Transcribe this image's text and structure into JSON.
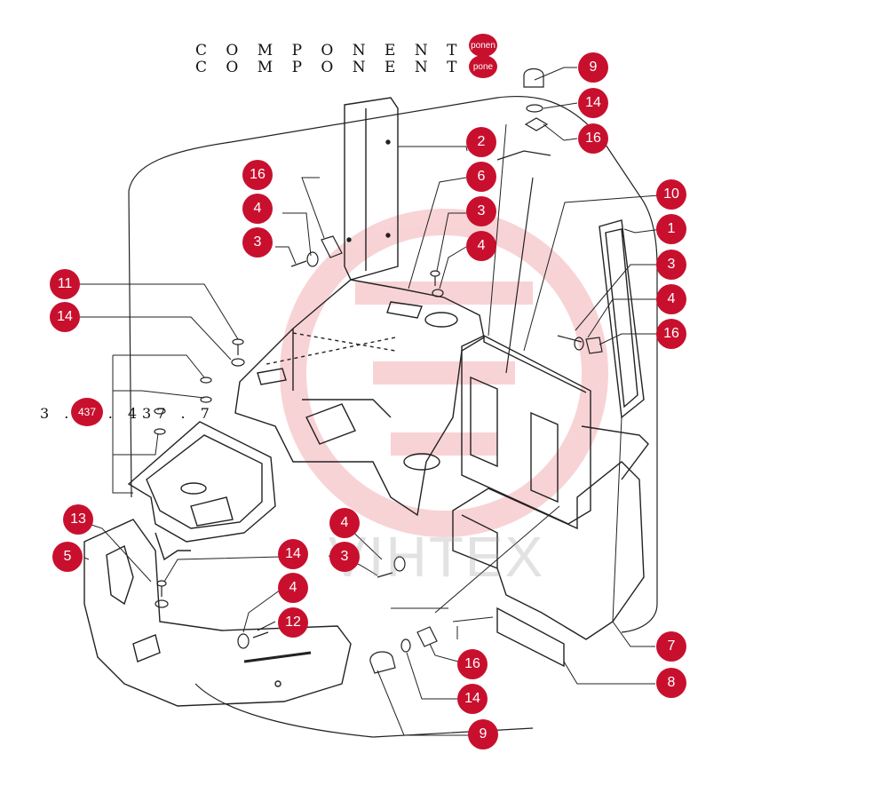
{
  "header": {
    "line1": "C O M P O N E N T S",
    "line2": "C O M P O N E N T I",
    "badge1": "ponen",
    "badge2": "pone"
  },
  "figure_ref": {
    "text": "3 . 3 . 437 . 7",
    "badge": "437"
  },
  "watermark": "VIHTEX",
  "callouts": [
    {
      "id": "c9a",
      "label": "9"
    },
    {
      "id": "c14a",
      "label": "14"
    },
    {
      "id": "c16a",
      "label": "16"
    },
    {
      "id": "c2",
      "label": "2"
    },
    {
      "id": "c6",
      "label": "6"
    },
    {
      "id": "c10",
      "label": "10"
    },
    {
      "id": "c3a",
      "label": "3"
    },
    {
      "id": "c4a",
      "label": "4"
    },
    {
      "id": "c1",
      "label": "1"
    },
    {
      "id": "c16b",
      "label": "16"
    },
    {
      "id": "c4b",
      "label": "4"
    },
    {
      "id": "c3b",
      "label": "3"
    },
    {
      "id": "c3c",
      "label": "3"
    },
    {
      "id": "c4c",
      "label": "4"
    },
    {
      "id": "c16c",
      "label": "16"
    },
    {
      "id": "c11",
      "label": "11"
    },
    {
      "id": "c14b",
      "label": "14"
    },
    {
      "id": "c13",
      "label": "13"
    },
    {
      "id": "c5",
      "label": "5"
    },
    {
      "id": "c4d",
      "label": "4"
    },
    {
      "id": "c3d",
      "label": "3"
    },
    {
      "id": "c14c",
      "label": "14"
    },
    {
      "id": "c4e",
      "label": "4"
    },
    {
      "id": "c12",
      "label": "12"
    },
    {
      "id": "c7",
      "label": "7"
    },
    {
      "id": "c8",
      "label": "8"
    },
    {
      "id": "c16d",
      "label": "16"
    },
    {
      "id": "c14d",
      "label": "14"
    },
    {
      "id": "c9b",
      "label": "9"
    }
  ]
}
